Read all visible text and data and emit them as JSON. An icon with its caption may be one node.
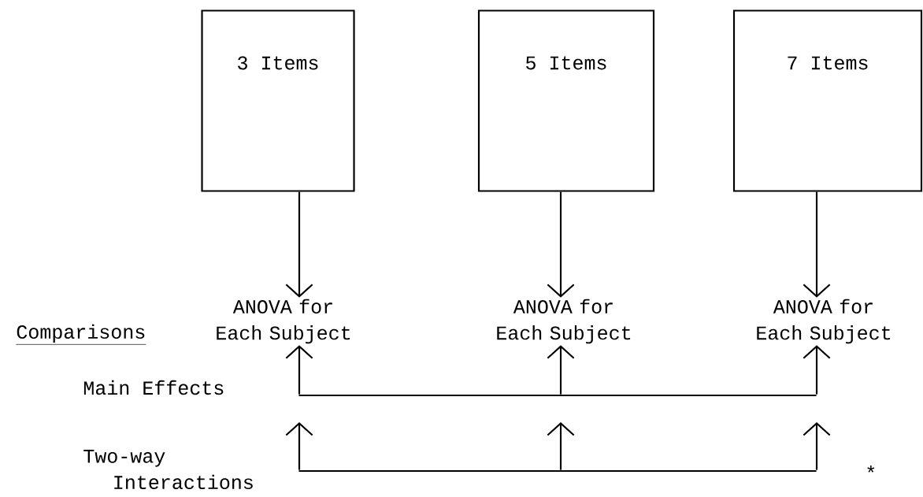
{
  "diagram": {
    "nodes": [
      {
        "text": [
          "3 Items"
        ]
      },
      {
        "text": [
          "5 Items"
        ]
      },
      {
        "text": [
          "7 Items"
        ]
      },
      {
        "text": [
          "ANOVA for Each Subject"
        ]
      },
      {
        "text": [
          "ANOVA for Each Subject"
        ]
      },
      {
        "text": [
          "ANOVA for Each Subject"
        ]
      },
      {
        "text": [],
        "shape": "bar"
      },
      {
        "text": [],
        "shape": "bar"
      }
    ],
    "edges": [
      {
        "from": 0,
        "to": 3,
        "arrow": "to"
      },
      {
        "from": 1,
        "to": 4,
        "arrow": "to"
      },
      {
        "from": 2,
        "to": 5,
        "arrow": "to"
      },
      {
        "from": 6,
        "to": 3,
        "arrow": "to"
      },
      {
        "from": 6,
        "to": 4,
        "arrow": "to"
      },
      {
        "from": 6,
        "to": 5,
        "arrow": "to"
      },
      {
        "from": 7,
        "to": null,
        "arrow": "to"
      },
      {
        "from": 7,
        "to": null,
        "arrow": "to"
      },
      {
        "from": 7,
        "to": null,
        "arrow": "to"
      }
    ],
    "labels": [
      "Comparisons",
      "Main Effects",
      "Two-way Interactions",
      "*"
    ]
  }
}
